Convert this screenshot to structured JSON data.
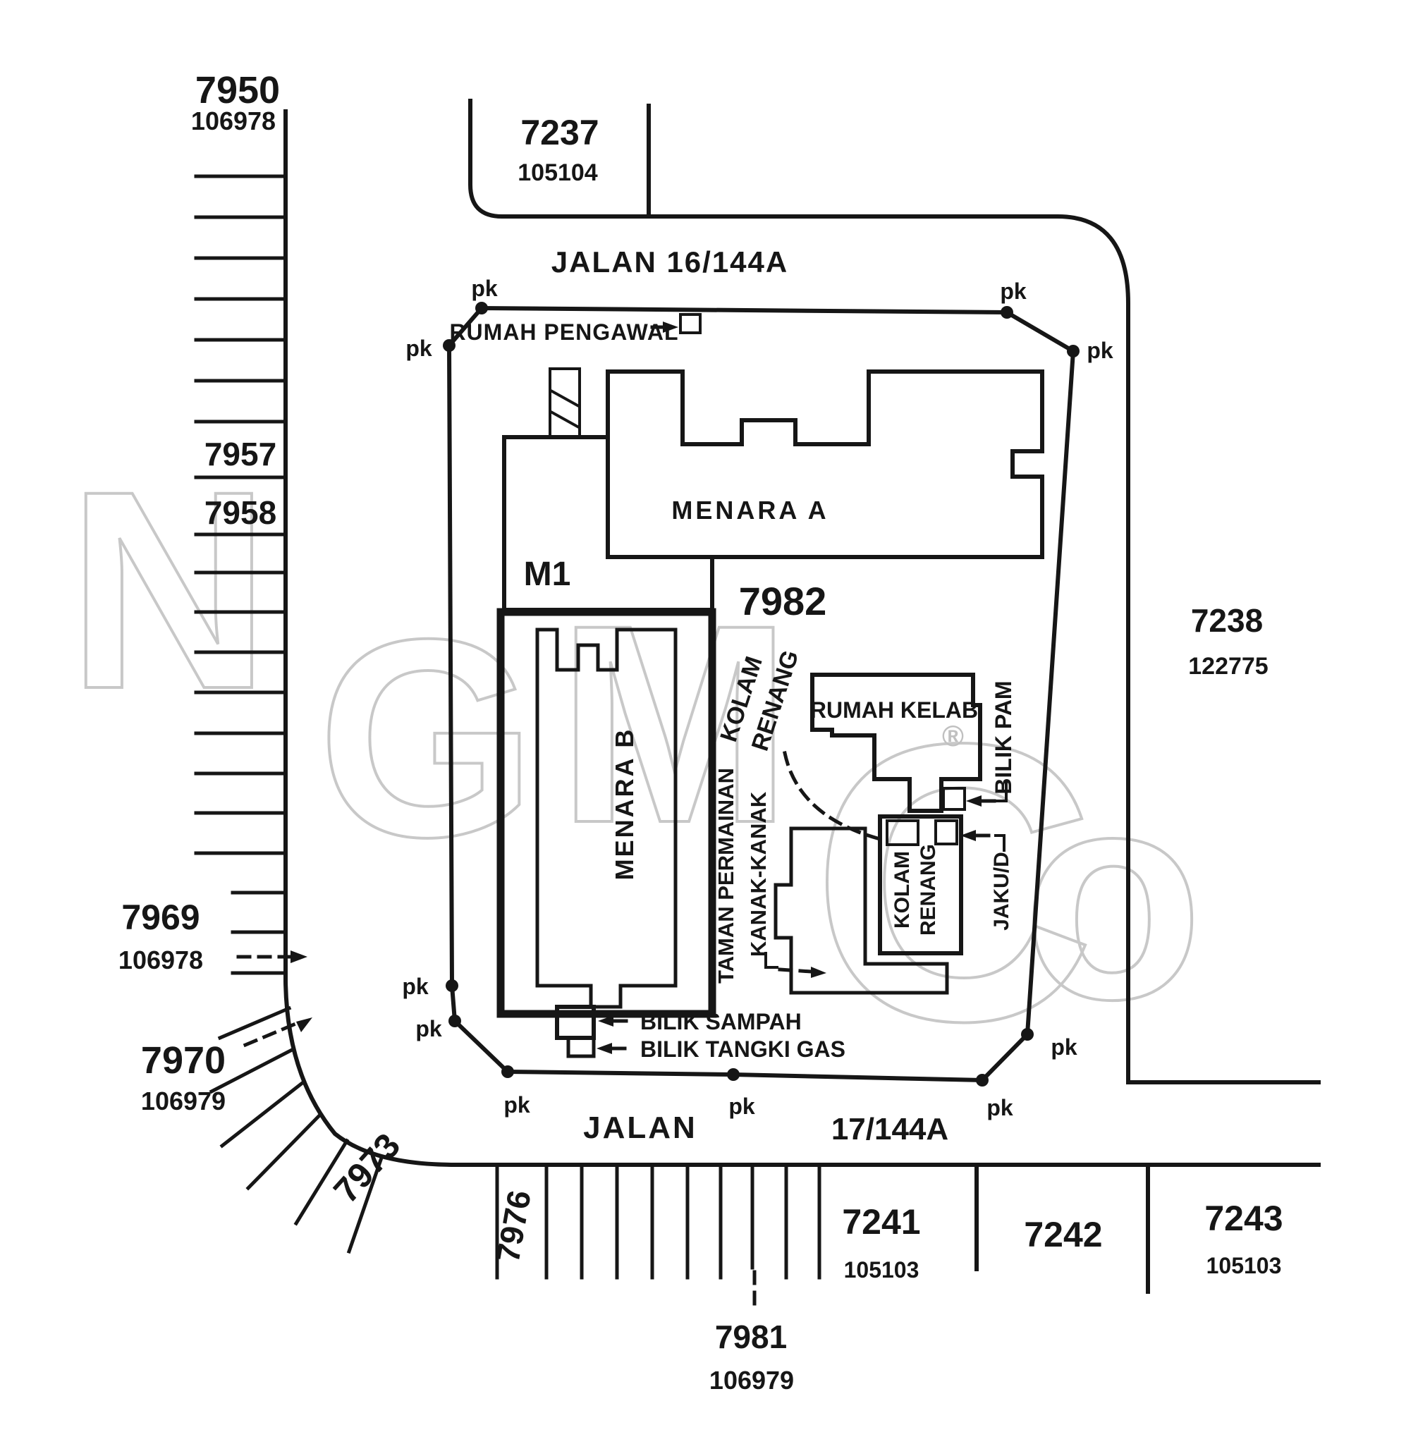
{
  "colors": {
    "ink": "#161616",
    "watermark_grey": "#c8c8c8",
    "background": "#ffffff"
  },
  "roads": {
    "top": "JALAN 16/144A",
    "bottom_name": "JALAN",
    "bottom_number": "17/144A"
  },
  "site": {
    "lot_number": "7982",
    "boundary_marker": "pk",
    "guard_house_label": "RUMAH PENGAWAL",
    "tower_a_label": "MENARA A",
    "m1_label": "M1",
    "tower_b_label": "MENARA B",
    "pool_area_label_line1": "KOLAM",
    "pool_area_label_line2": "RENANG",
    "clubhouse_label": "RUMAH KELAB",
    "pump_room_label": "BILIK PAM",
    "playground_label_line1": "TAMAN PERMAINAN",
    "playground_label_line2": "KANAK-KANAK",
    "pool_box_label_line1": "KOLAM",
    "pool_box_label_line2": "RENANG",
    "utility_label": "JAKU/D",
    "garbage_room_label": "BILIK SAMPAH",
    "gas_tank_room_label": "BILIK TANGKI GAS"
  },
  "adjacent_lots": {
    "l7950": {
      "number": "7950",
      "ref": "106978"
    },
    "l7237": {
      "number": "7237",
      "ref": "105104"
    },
    "l7238": {
      "number": "7238",
      "ref": "122775"
    },
    "l7957": {
      "number": "7957"
    },
    "l7958": {
      "number": "7958"
    },
    "l7969": {
      "number": "7969",
      "ref": "106978"
    },
    "l7970": {
      "number": "7970",
      "ref": "106979"
    },
    "l7973": {
      "number": "7973"
    },
    "l7976": {
      "number": "7976"
    },
    "l7981": {
      "number": "7981",
      "ref": "106979"
    },
    "l7241": {
      "number": "7241",
      "ref": "105103"
    },
    "l7242": {
      "number": "7242"
    },
    "l7243": {
      "number": "7243",
      "ref": "105103"
    }
  },
  "watermark": {
    "letter_n": "N",
    "letter_g": "G",
    "letter_m": "M",
    "letter_c": "C",
    "letter_o": "o",
    "registered": "®"
  }
}
